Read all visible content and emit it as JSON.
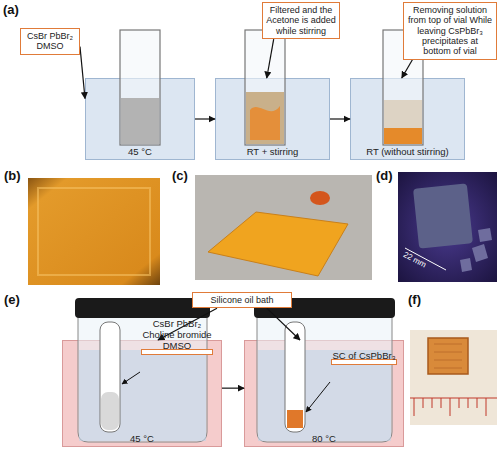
{
  "diagram": {
    "nodes": [
      {
        "text": [
          "CsBr PbBr₂ DMSO"
        ]
      },
      {
        "text": [
          "45 °C"
        ]
      },
      {
        "text": [
          "Filtered and the Acetone is added while stirring"
        ]
      },
      {
        "text": [
          "RT + stirring"
        ]
      },
      {
        "text": [
          "Removing solution from top of vial While leaving CsPbBr₃ precipitates at bottom of vial"
        ]
      },
      {
        "text": [
          "RT (without stirring)"
        ]
      },
      {
        "text": [
          "45 °C"
        ]
      },
      {
        "text": [
          "CsBr PbBr₂ Choline bromide DMSO"
        ],
        "in": 6
      },
      {
        "text": [
          "Silicone oil bath"
        ]
      },
      {
        "text": [
          "80 °C"
        ]
      },
      {
        "text": [
          "SC of CsPbBr₃"
        ],
        "in": 9
      }
    ],
    "edges": [
      {
        "from": 0,
        "to": 1,
        "arrow": "to"
      },
      {
        "from": 1,
        "to": 3,
        "arrow": "to"
      },
      {
        "from": 2,
        "to": 3,
        "arrow": "to"
      },
      {
        "from": 3,
        "to": 5,
        "arrow": "to"
      },
      {
        "from": 4,
        "to": 5,
        "arrow": "to"
      },
      {
        "from": 8,
        "to": 6,
        "arrow": "to"
      },
      {
        "from": 8,
        "to": 9,
        "arrow": "to"
      },
      {
        "from": 6,
        "to": 9,
        "arrow": "to"
      }
    ],
    "labels": [
      "(a)",
      "(b)",
      "(c)",
      "(d)",
      "22 mm",
      "(e)",
      "(f)"
    ]
  }
}
